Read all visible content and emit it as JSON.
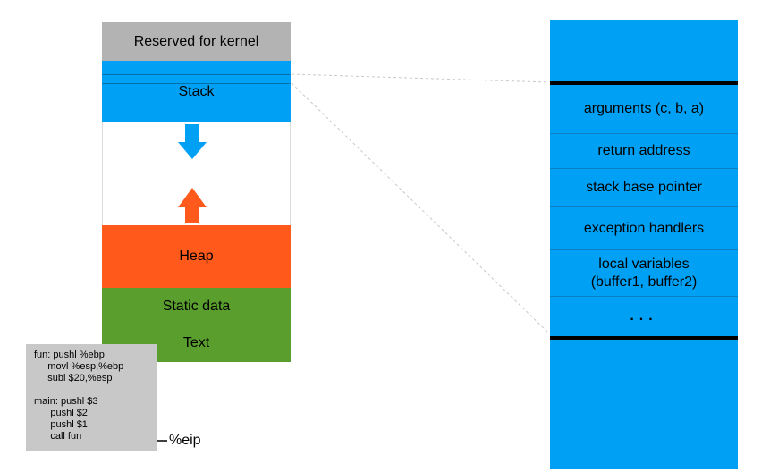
{
  "memory_column": {
    "kernel_label": "Reserved for kernel",
    "stack_label": "Stack",
    "heap_label": "Heap",
    "static_data_label": "Static data",
    "text_label": "Text"
  },
  "stack_frame": {
    "rows": [
      {
        "label": "arguments (c, b, a)"
      },
      {
        "label": "return address"
      },
      {
        "label": "stack base pointer"
      },
      {
        "label": "exception handlers"
      },
      {
        "label": "local variables\n(buffer1, buffer2)"
      },
      {
        "label": "..."
      }
    ]
  },
  "code": {
    "listing": "fun: pushl %ebp\n     movl %esp,%ebp\n     subl $20,%esp\n\nmain: pushl $3\n      pushl $2\n      pushl $1\n      call fun",
    "eip_label": "%eip"
  },
  "colors": {
    "stack_blue": "#00a0f4",
    "heap_orange": "#ff5a1c",
    "static_green": "#5a9e2e",
    "kernel_gray": "#b3b3b3",
    "code_box_gray": "#c8c8c8",
    "separator_blue": "#0d7fc2",
    "connector_gray": "#c8c8c8",
    "thick_line_black": "#000000"
  }
}
